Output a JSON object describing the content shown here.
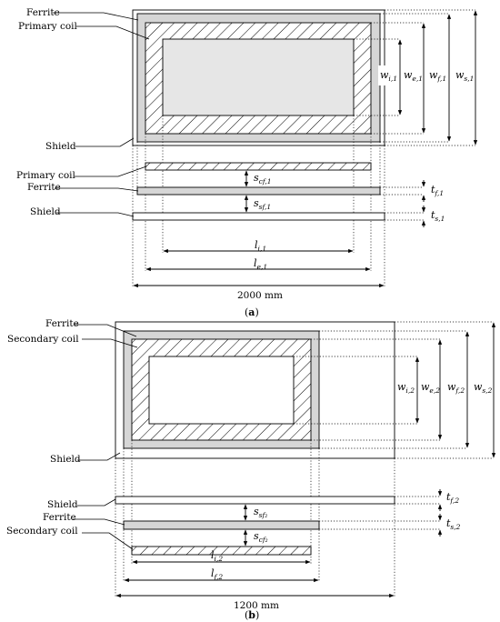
{
  "panel_a": {
    "label_ferrite": "Ferrite",
    "label_primary_coil_top": "Primary coil",
    "label_shield_top": "Shield",
    "label_primary_coil_side": "Primary coil",
    "label_ferrite_side": "Ferrite",
    "label_shield_side": "Shield",
    "dim_w_i": {
      "base": "w",
      "sub": "i,1"
    },
    "dim_w_e": {
      "base": "w",
      "sub": "e,1"
    },
    "dim_w_f": {
      "base": "w",
      "sub": "f,1"
    },
    "dim_w_s": {
      "base": "w",
      "sub": "s,1"
    },
    "dim_s_cf": {
      "base": "s",
      "sub": "cf,1"
    },
    "dim_s_sf": {
      "base": "s",
      "sub": "sf,1"
    },
    "dim_t_f": {
      "base": "t",
      "sub": "f,1"
    },
    "dim_t_s": {
      "base": "t",
      "sub": "s,1"
    },
    "dim_l_i": {
      "base": "l",
      "sub": "i,1"
    },
    "dim_l_e": {
      "base": "l",
      "sub": "e,1"
    },
    "overall_length": "2000 mm",
    "caption": "a"
  },
  "panel_b": {
    "label_ferrite": "Ferrite",
    "label_secondary_coil_top": "Secondary coil",
    "label_shield_top": "Shield",
    "label_shield_side": "Shield",
    "label_ferrite_side": "Ferrite",
    "label_secondary_coil_side": "Secondary coil",
    "dim_w_i": {
      "base": "w",
      "sub": "i,2"
    },
    "dim_w_e": {
      "base": "w",
      "sub": "e,2"
    },
    "dim_w_f": {
      "base": "w",
      "sub": "f,2"
    },
    "dim_w_s": {
      "base": "w",
      "sub": "s,2"
    },
    "dim_s_sf": {
      "base": "s",
      "sub": "sf₂"
    },
    "dim_s_cf": {
      "base": "s",
      "sub": "cf₂"
    },
    "dim_t_f": {
      "base": "t",
      "sub": "f,2"
    },
    "dim_t_s": {
      "base": "t",
      "sub": "s,2"
    },
    "dim_l_i": {
      "base": "l",
      "sub": "i,2"
    },
    "dim_l_f": {
      "base": "l",
      "sub": "f,2"
    },
    "overall_length": "1200 mm",
    "caption": "b"
  },
  "colors": {
    "ferrite_fill": "#d6d6d6",
    "inner_fill_a": "#e6e6e6",
    "line": "#000000"
  }
}
